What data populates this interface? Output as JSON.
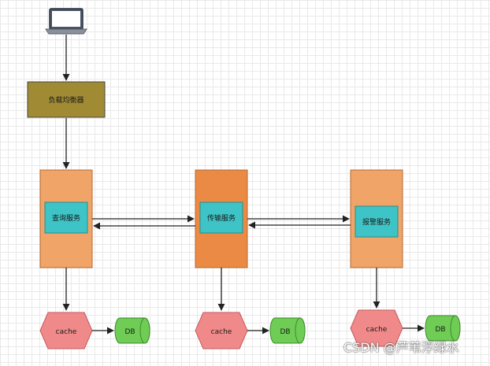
{
  "diagram": {
    "load_balancer": {
      "label": "负载均衡器",
      "color": "#a08a34"
    },
    "services": [
      {
        "id": "query",
        "label": "查询服务",
        "outer_color": "#f0a468",
        "inner_color": "#3ec4c6"
      },
      {
        "id": "transfer",
        "label": "传输服务",
        "outer_color": "#ea8a45",
        "inner_color": "#3ec4c6"
      },
      {
        "id": "alarm",
        "label": "报警服务",
        "outer_color": "#f0a468",
        "inner_color": "#3ec4c6"
      }
    ],
    "cache": {
      "label": "cache",
      "color": "#f08a8a"
    },
    "db": {
      "label": "DB",
      "color": "#6fcc55"
    },
    "client": {
      "icon": "laptop-icon"
    }
  },
  "watermark": {
    "text": "CSDN @芦苇浮绿水"
  }
}
